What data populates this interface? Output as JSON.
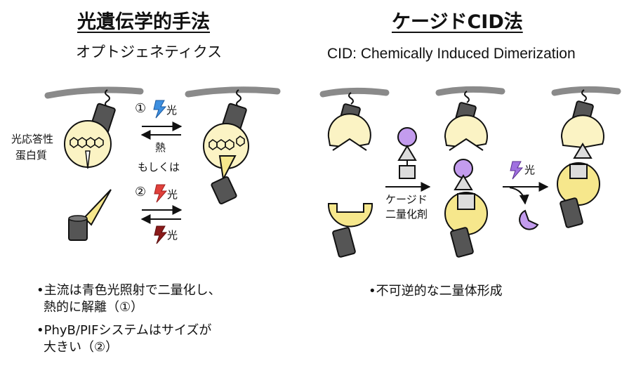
{
  "left": {
    "title": "光遺伝学的手法",
    "subtitle": "オプトジェネティクス",
    "protein_label_line1": "光応答性",
    "protein_label_line2": "蛋白質",
    "step1_num": "①",
    "step1_light": "光",
    "reverse_label": "熱",
    "or_label": "もしくは",
    "step2_num": "②",
    "step2_light": "光",
    "step2_reverse_light": "光",
    "bullets": [
      {
        "line1": "•主流は青色光照射で二量化し、",
        "line2": "熱的に解離（①）"
      },
      {
        "line1": "•PhyB/PIFシステムはサイズが",
        "line2": "大きい（②）"
      }
    ]
  },
  "right": {
    "title": "ケージドCID法",
    "subtitle": "CID: Chemically Induced Dimerization",
    "reagent_line1": "ケージド",
    "reagent_line2": "二量化剤",
    "light_label": "光",
    "bullet": "•不可逆的な二量体形成"
  },
  "colors": {
    "pale_yellow": "#fbf3c4",
    "yellow": "#f6e78c",
    "purple": "#c39cee",
    "dark_gray": "#555555",
    "membrane": "#8a8a8a",
    "blue_bolt": "#3d8fe0",
    "red_bolt": "#e0403a",
    "dark_red_bolt": "#8b1a1a",
    "purple_bolt": "#a070e0"
  }
}
